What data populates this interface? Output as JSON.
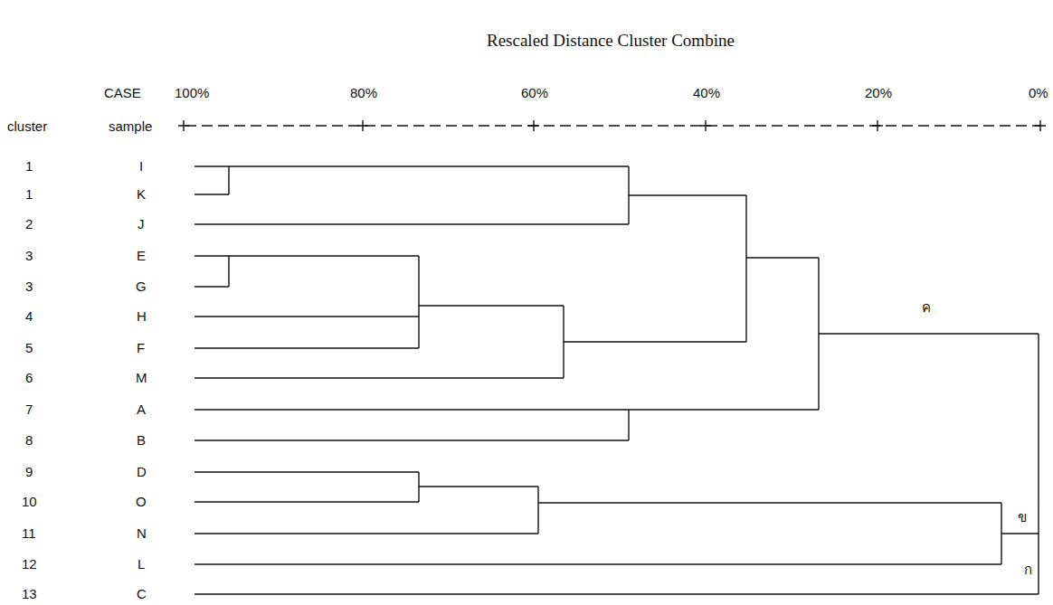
{
  "diagram": {
    "title": "Rescaled Distance Cluster Combine",
    "labels": [
      "CASE",
      "100%",
      "80%",
      "60%",
      "40%",
      "20%",
      "0%",
      "cluster",
      "sample",
      "1",
      "I",
      "1",
      "K",
      "2",
      "J",
      "3",
      "E",
      "3",
      "G",
      "4",
      "H",
      "5",
      "F",
      "6",
      "M",
      "7",
      "A",
      "8",
      "B",
      "9",
      "D",
      "10",
      "O",
      "11",
      "N",
      "12",
      "L",
      "13",
      "C",
      "ค",
      "ข",
      "ก"
    ]
  }
}
